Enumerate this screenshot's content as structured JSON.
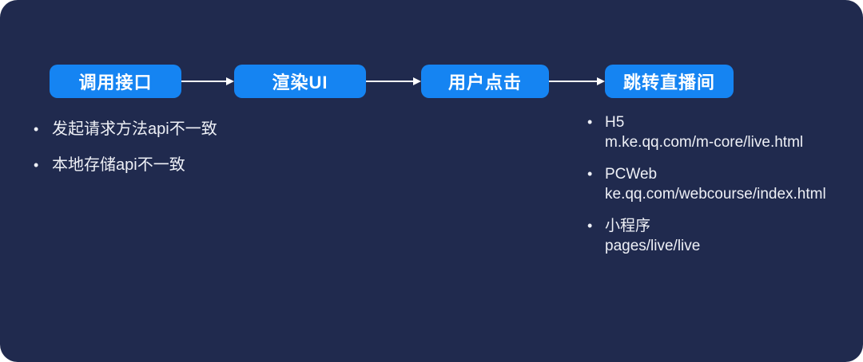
{
  "flow": {
    "steps": [
      {
        "label": "调用接口"
      },
      {
        "label": "渲染UI"
      },
      {
        "label": "用户点击"
      },
      {
        "label": "跳转直播间"
      }
    ]
  },
  "left_notes": {
    "items": [
      "发起请求方法api不一致",
      "本地存储api不一致"
    ]
  },
  "right_notes": {
    "items": [
      {
        "title": "H5",
        "url": "m.ke.qq.com/m-core/live.html"
      },
      {
        "title": "PCWeb",
        "url": "ke.qq.com/webcourse/index.html"
      },
      {
        "title": "小程序",
        "url": "pages/live/live"
      }
    ]
  },
  "icons": {
    "arrow": "right-arrow-icon"
  },
  "colors": {
    "background": "#202a4e",
    "node_blue": "#1584f2",
    "text": "#eef0f6",
    "arrow": "#ffffff"
  }
}
